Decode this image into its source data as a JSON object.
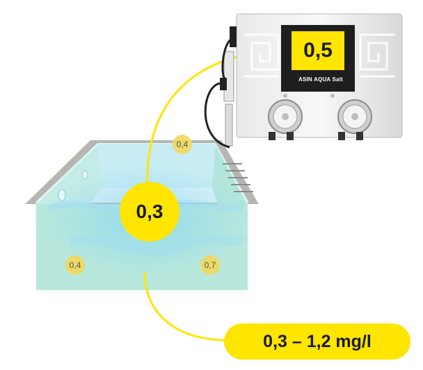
{
  "device": {
    "display_value": "0,5",
    "brand_label": "ASIN AQUA Salt"
  },
  "pool": {
    "center_value": "0,3",
    "corner_values": {
      "top_right": "0,4",
      "bottom_left": "0,4",
      "bottom_right": "0,7"
    }
  },
  "range_label": "0,3 – 1,2  mg/l",
  "colors": {
    "accent_yellow": "#ffe500",
    "water": "#bfeee0",
    "pool_wall": "#a9aaa6"
  }
}
